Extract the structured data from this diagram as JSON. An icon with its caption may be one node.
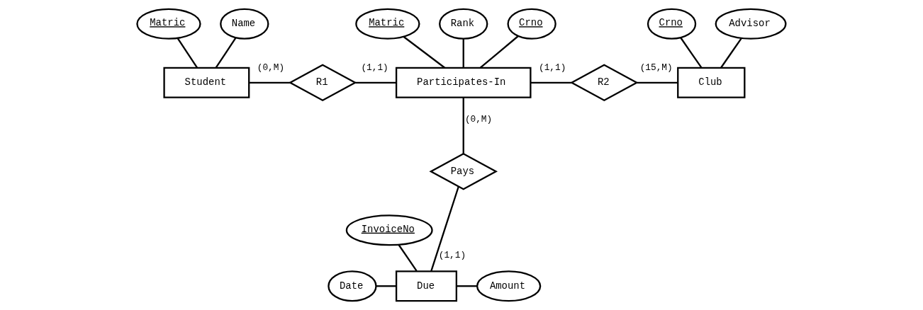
{
  "diagram": {
    "nodes": [
      {
        "text": [
          "Matric"
        ]
      },
      {
        "text": [
          "Name"
        ]
      },
      {
        "text": [
          "Matric"
        ]
      },
      {
        "text": [
          "Rank"
        ]
      },
      {
        "text": [
          "Crno"
        ]
      },
      {
        "text": [
          "Crno"
        ]
      },
      {
        "text": [
          "Advisor"
        ]
      },
      {
        "text": [
          "Student"
        ]
      },
      {
        "text": [
          "R1"
        ]
      },
      {
        "text": [
          "Participates-In"
        ]
      },
      {
        "text": [
          "R2"
        ]
      },
      {
        "text": [
          "Club"
        ]
      },
      {
        "text": [
          "Pays"
        ]
      },
      {
        "text": [
          "InvoiceNo"
        ]
      },
      {
        "text": [
          "Due"
        ]
      },
      {
        "text": [
          "Amount"
        ]
      },
      {
        "text": [
          "Date"
        ]
      }
    ],
    "edges": [
      {
        "from": 0,
        "to": 7,
        "arrow": "none"
      },
      {
        "from": 1,
        "to": 7,
        "arrow": "none"
      },
      {
        "from": 2,
        "to": 9,
        "arrow": "none"
      },
      {
        "from": 3,
        "to": 9,
        "arrow": "none"
      },
      {
        "from": 4,
        "to": 9,
        "arrow": "none"
      },
      {
        "from": 5,
        "to": 11,
        "arrow": "none"
      },
      {
        "from": 6,
        "to": 11,
        "arrow": "none"
      },
      {
        "from": 7,
        "to": 8,
        "arrow": "none",
        "label": "(0,M)"
      },
      {
        "from": 8,
        "to": 9,
        "arrow": "none",
        "label": "(1,1)"
      },
      {
        "from": 9,
        "to": 10,
        "arrow": "none",
        "label": "(1,1)"
      },
      {
        "from": 10,
        "to": 11,
        "arrow": "none",
        "label": "(15,M)"
      },
      {
        "from": 9,
        "to": 12,
        "arrow": "none",
        "label": "(0,M)"
      },
      {
        "from": 12,
        "to": 14,
        "arrow": "none",
        "label": "(1,1)"
      },
      {
        "from": 13,
        "to": 14,
        "arrow": "none"
      },
      {
        "from": 16,
        "to": 14,
        "arrow": "none"
      },
      {
        "from": 14,
        "to": 15,
        "arrow": "none"
      }
    ]
  }
}
